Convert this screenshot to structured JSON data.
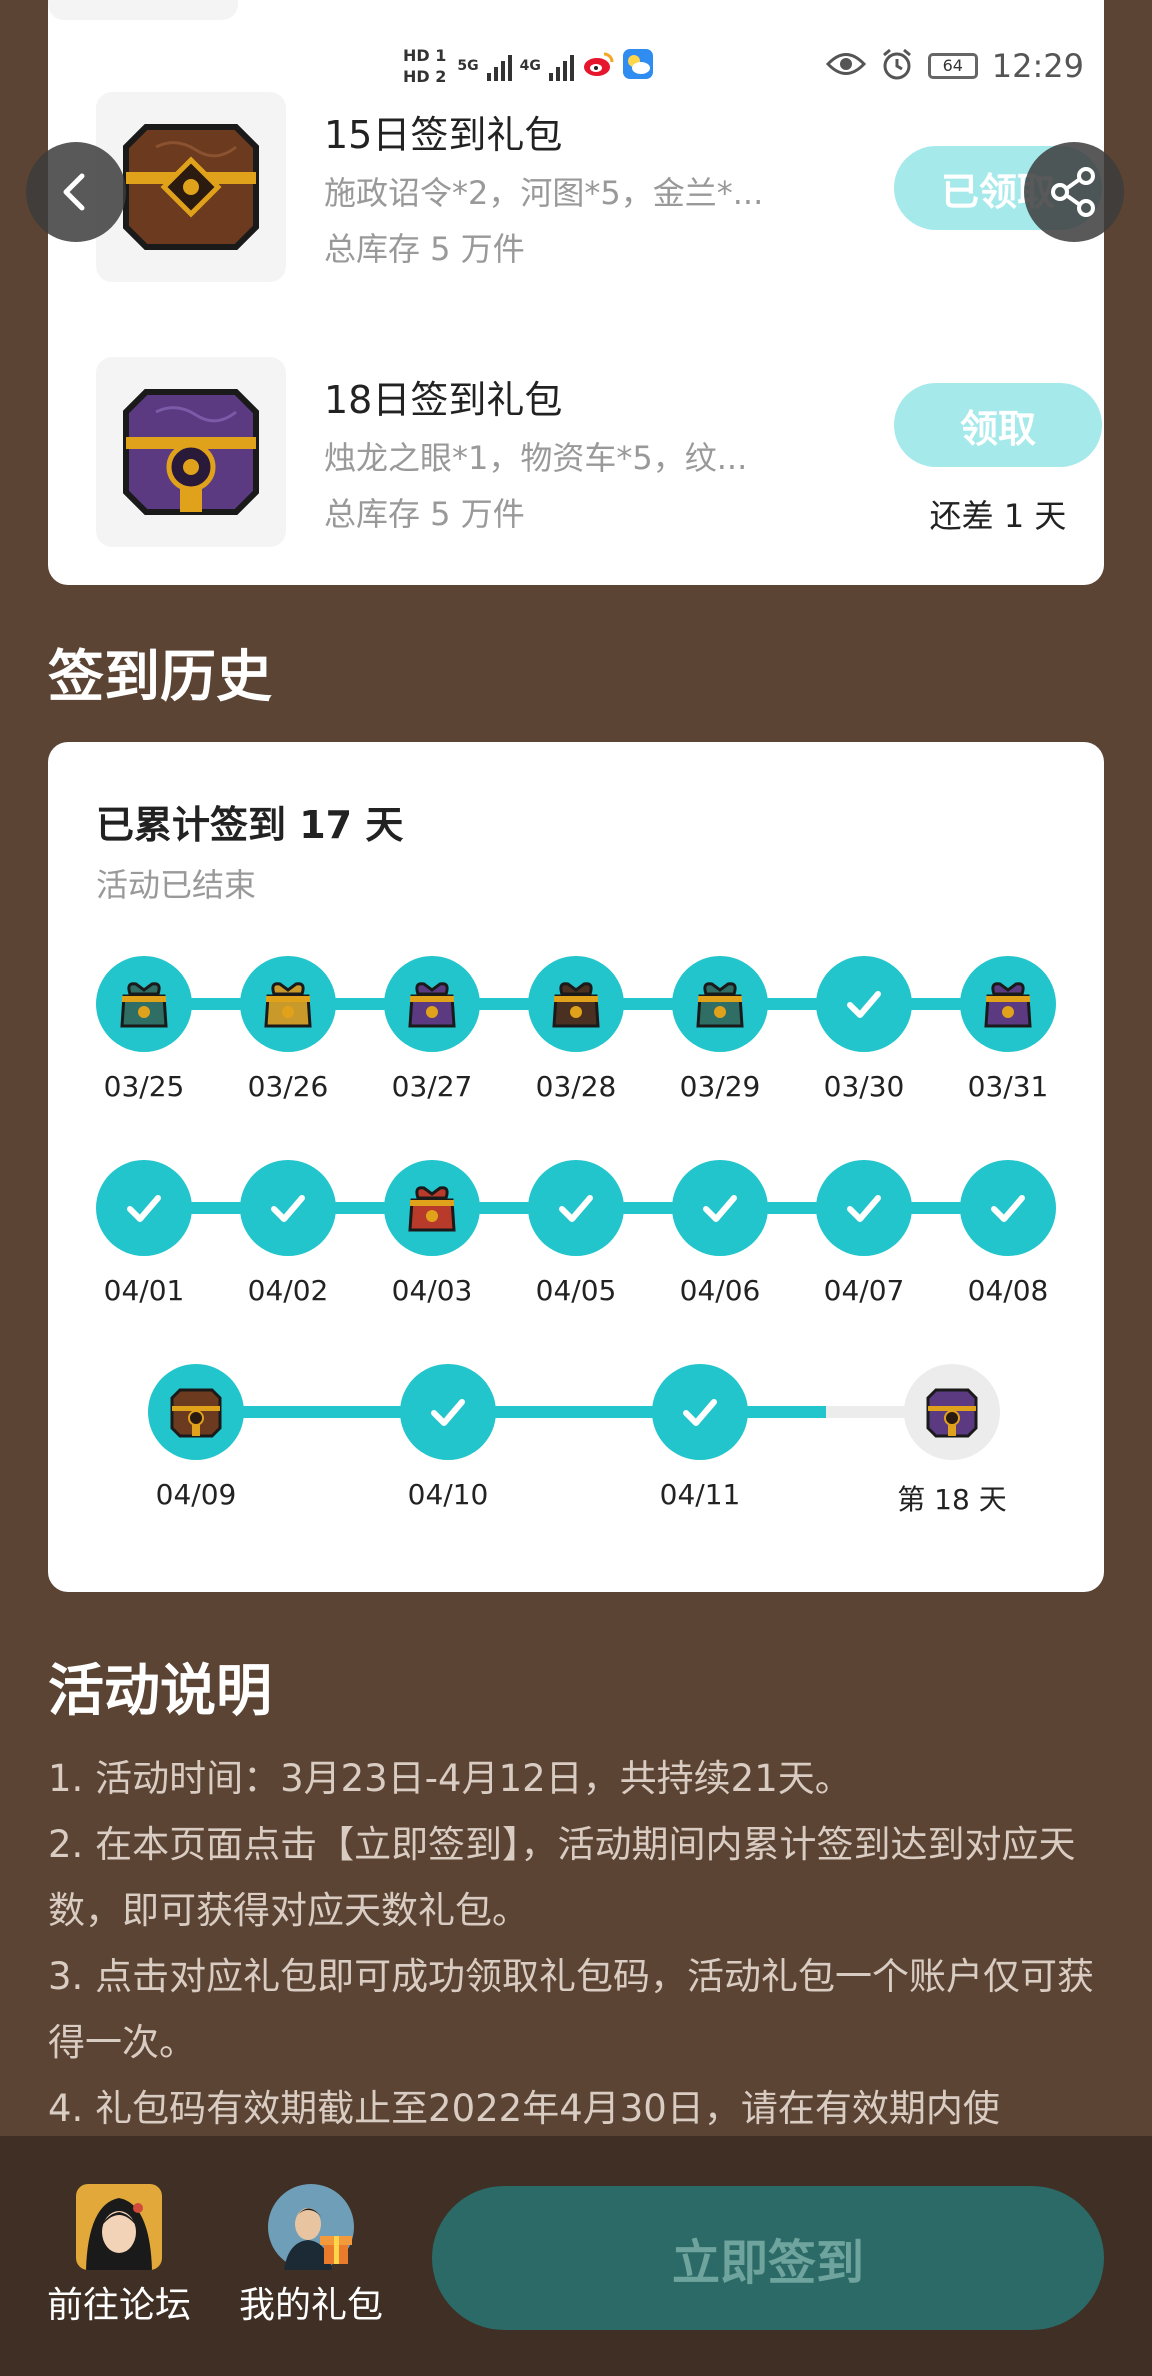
{
  "status_bar": {
    "left_icons": [
      "hd1-icon",
      "hd2-icon",
      "5g-signal-icon",
      "4g-signal-icon",
      "weibo-icon",
      "weather-icon"
    ],
    "hd1": "HD 1",
    "hd2": "HD 2",
    "net1": "5G",
    "net2": "4G",
    "battery": "64",
    "time": "12:29"
  },
  "gifts": [
    {
      "title": "15日签到礼包",
      "desc": "施政诏令*2，河图*5，金兰*...",
      "stock": "总库存 5 万件",
      "button": "已领取",
      "note": "",
      "chest_color": "#6b3a1f"
    },
    {
      "title": "18日签到礼包",
      "desc": "烛龙之眼*1，物资车*5，纹...",
      "stock": "总库存 5 万件",
      "button": "领取",
      "note": "还差 1 天",
      "chest_color": "#5b3a82"
    }
  ],
  "history": {
    "section_title": "签到历史",
    "total": "已累计签到 17 天",
    "status": "活动已结束",
    "rows": [
      [
        {
          "label": "03/25",
          "kind": "bag",
          "color": "#2e6e64"
        },
        {
          "label": "03/26",
          "kind": "bag",
          "color": "#c99a2a"
        },
        {
          "label": "03/27",
          "kind": "bag",
          "color": "#5b3a82"
        },
        {
          "label": "03/28",
          "kind": "bag",
          "color": "#4a3020"
        },
        {
          "label": "03/29",
          "kind": "bag",
          "color": "#2e6e64"
        },
        {
          "label": "03/30",
          "kind": "check",
          "color": ""
        },
        {
          "label": "03/31",
          "kind": "bag",
          "color": "#5b3a82"
        }
      ],
      [
        {
          "label": "04/01",
          "kind": "check",
          "color": ""
        },
        {
          "label": "04/02",
          "kind": "check",
          "color": ""
        },
        {
          "label": "04/03",
          "kind": "bag",
          "color": "#b83a2a"
        },
        {
          "label": "04/05",
          "kind": "check",
          "color": ""
        },
        {
          "label": "04/06",
          "kind": "check",
          "color": ""
        },
        {
          "label": "04/07",
          "kind": "check",
          "color": ""
        },
        {
          "label": "04/08",
          "kind": "check",
          "color": ""
        }
      ],
      [
        {
          "label": "04/09",
          "kind": "chest",
          "color": "#6b3a1f"
        },
        {
          "label": "04/10",
          "kind": "check",
          "color": ""
        },
        {
          "label": "04/11",
          "kind": "check",
          "color": ""
        },
        {
          "label": "第 18 天",
          "kind": "chest-pending",
          "color": "#5b3a82"
        }
      ]
    ]
  },
  "rules": {
    "section_title": "活动说明",
    "items": [
      "1. 活动时间：3月23日-4月12日，共持续21天。",
      "2. 在本页面点击【立即签到】，活动期间内累计签到达到对应天数，即可获得对应天数礼包。",
      "3. 点击对应礼包即可成功领取礼包码，活动礼包一个账户仅可获得一次。",
      "4. 礼包码有效期截止至2022年4月30日，请在有效期内使"
    ]
  },
  "bottom": {
    "forum_label": "前往论坛",
    "gifts_label": "我的礼包",
    "checkin_label": "立即签到"
  },
  "colors": {
    "page_bg": "#5c4434",
    "accent_teal": "#22c5cc",
    "button_light": "#a6e9ea",
    "checkin_btn": "#2b6a66"
  }
}
